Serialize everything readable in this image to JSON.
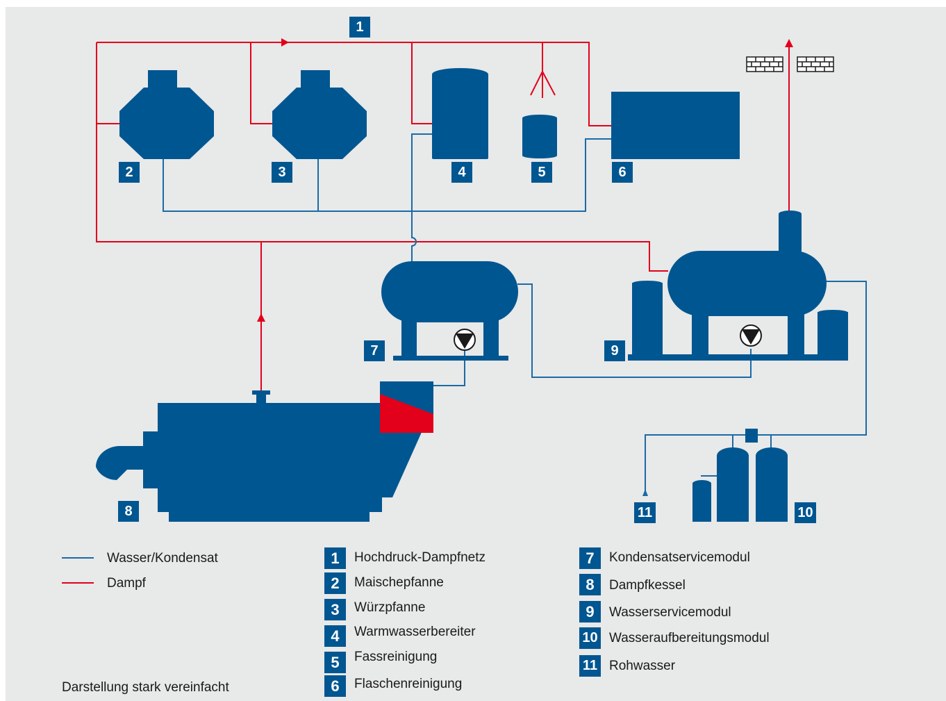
{
  "colors": {
    "background": "#e8e9e9",
    "equipment": "#005691",
    "steam_line": "#e2001a",
    "water_line": "#1a6aa6",
    "text": "#1a1a1a",
    "badge_text": "#ffffff"
  },
  "diagram_badges": [
    "1",
    "2",
    "3",
    "4",
    "5",
    "6",
    "7",
    "8",
    "9",
    "11",
    "10"
  ],
  "legend": {
    "lines": [
      {
        "label": "Wasser/Kondensat",
        "color": "#1a6aa6"
      },
      {
        "label": "Dampf",
        "color": "#e2001a"
      }
    ],
    "items": [
      {
        "num": "1",
        "label": "Hochdruck-Dampfnetz"
      },
      {
        "num": "2",
        "label": "Maischepfanne"
      },
      {
        "num": "3",
        "label": "Würzpfanne"
      },
      {
        "num": "4",
        "label": "Warmwasserbereiter"
      },
      {
        "num": "5",
        "label": "Fassreinigung"
      },
      {
        "num": "6",
        "label": "Flaschenreinigung"
      },
      {
        "num": "7",
        "label": "Kondensatservicemodul"
      },
      {
        "num": "8",
        "label": "Dampfkessel"
      },
      {
        "num": "9",
        "label": "Wasserservicemodul"
      },
      {
        "num": "10",
        "label": "Wasseraufbereitungsmodul"
      },
      {
        "num": "11",
        "label": "Rohwasser"
      }
    ]
  },
  "note": "Darstellung stark vereinfacht"
}
